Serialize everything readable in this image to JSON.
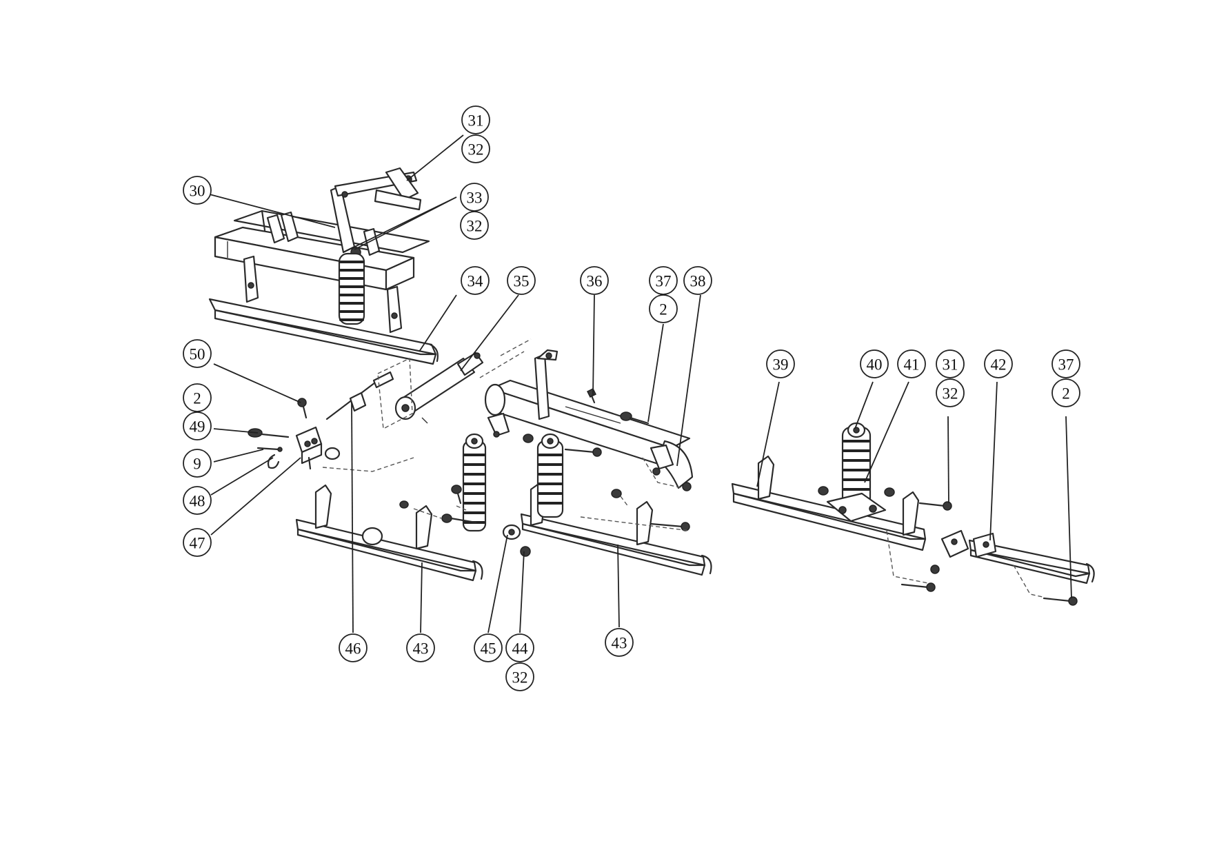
{
  "callouts": [
    {
      "id": "c31a",
      "label": "31"
    },
    {
      "id": "c32a",
      "label": "32"
    },
    {
      "id": "c30",
      "label": "30"
    },
    {
      "id": "c33",
      "label": "33"
    },
    {
      "id": "c32b",
      "label": "32"
    },
    {
      "id": "c34",
      "label": "34"
    },
    {
      "id": "c35",
      "label": "35"
    },
    {
      "id": "c36",
      "label": "36"
    },
    {
      "id": "c37a",
      "label": "37"
    },
    {
      "id": "c2a",
      "label": "2"
    },
    {
      "id": "c38",
      "label": "38"
    },
    {
      "id": "c50",
      "label": "50"
    },
    {
      "id": "c2b",
      "label": "2"
    },
    {
      "id": "c49",
      "label": "49"
    },
    {
      "id": "c9",
      "label": "9"
    },
    {
      "id": "c48",
      "label": "48"
    },
    {
      "id": "c47",
      "label": "47"
    },
    {
      "id": "c46",
      "label": "46"
    },
    {
      "id": "c43a",
      "label": "43"
    },
    {
      "id": "c45",
      "label": "45"
    },
    {
      "id": "c44",
      "label": "44"
    },
    {
      "id": "c32c",
      "label": "32"
    },
    {
      "id": "c43b",
      "label": "43"
    },
    {
      "id": "c39",
      "label": "39"
    },
    {
      "id": "c40",
      "label": "40"
    },
    {
      "id": "c41",
      "label": "41"
    },
    {
      "id": "c31b",
      "label": "31"
    },
    {
      "id": "c32d",
      "label": "32"
    },
    {
      "id": "c42",
      "label": "42"
    },
    {
      "id": "c37b",
      "label": "37"
    },
    {
      "id": "c2c",
      "label": "2"
    }
  ]
}
